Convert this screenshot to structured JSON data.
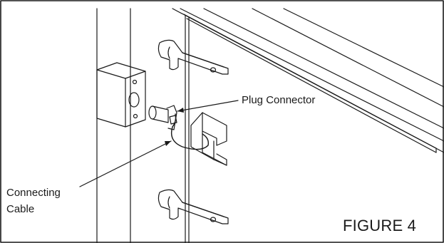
{
  "labels": {
    "plug_connector": "Plug Connector",
    "connecting_cable_line1": "Connecting",
    "connecting_cable_line2": "Cable",
    "figure_caption": "FIGURE 4"
  }
}
